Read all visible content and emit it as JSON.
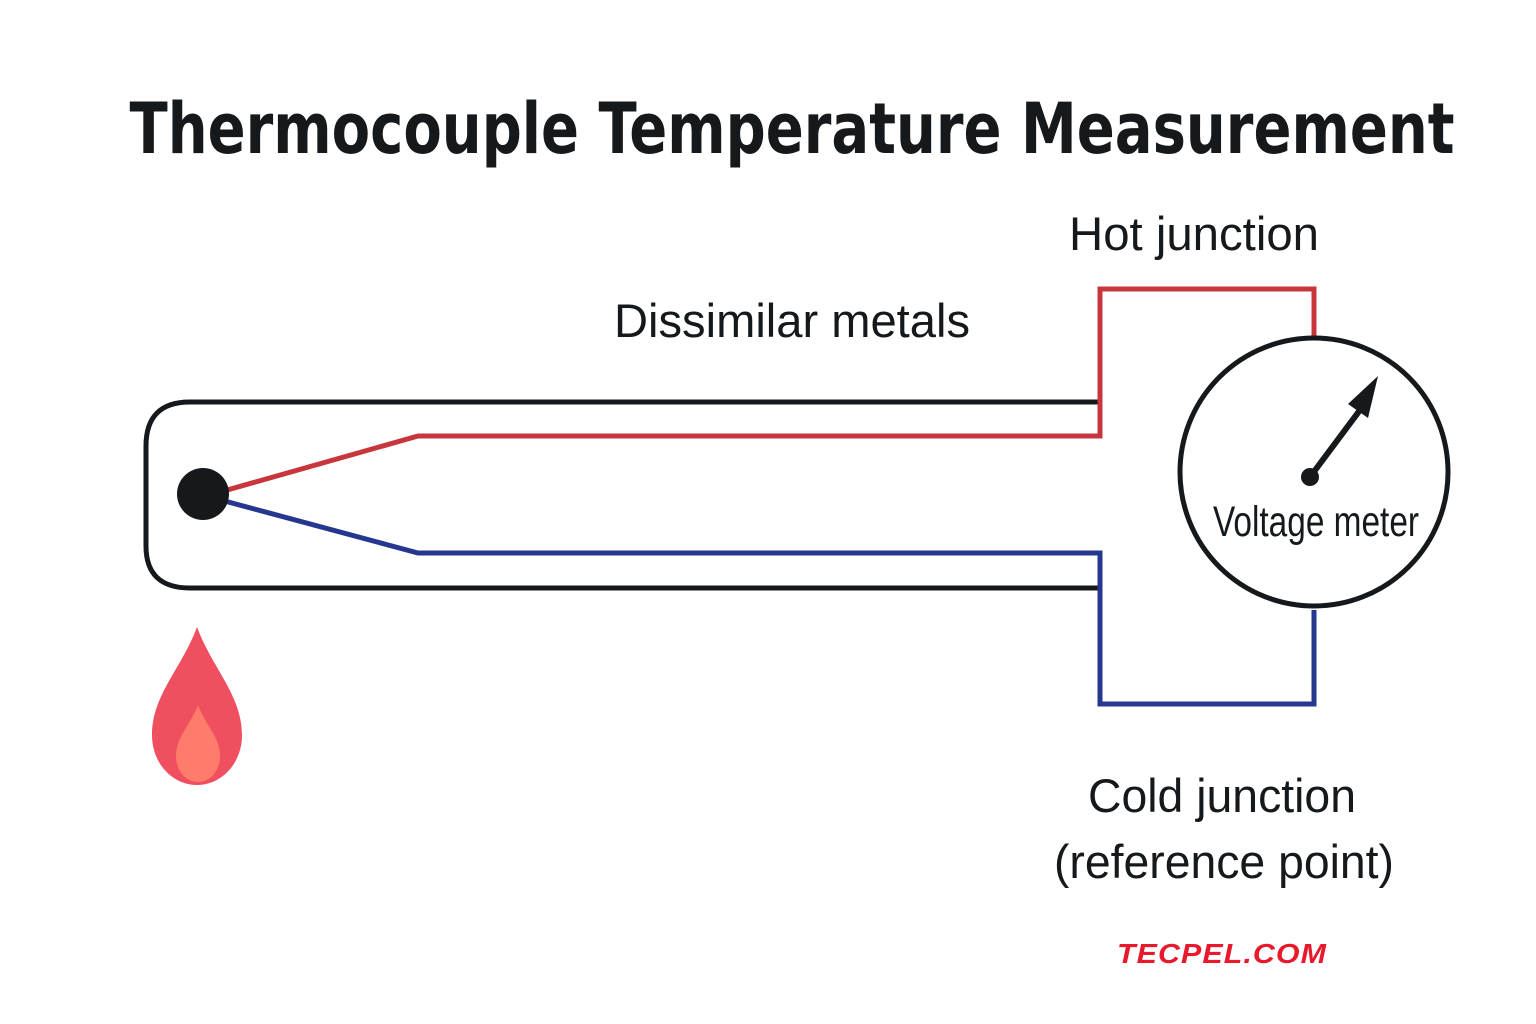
{
  "title": "Thermocouple Temperature Measurement",
  "labels": {
    "hot_junction": "Hot junction",
    "dissimilar_metals": "Dissimilar metals",
    "voltage_meter": "Voltage meter",
    "cold_junction_line1": "Cold junction",
    "cold_junction_line2": "(reference point)"
  },
  "brand": "TECPEL.COM",
  "icons": {
    "heat_source": "flame-icon",
    "meter_needle": "needle-arrow-icon",
    "junction": "junction-dot-icon"
  },
  "colors": {
    "text": "#15191c",
    "outline": "#15191c",
    "wire_red": "#c8363d",
    "wire_blue": "#25378f",
    "flame_outer": "#ef4f5e",
    "flame_inner": "#ff7b6b",
    "brand": "#e8192c"
  }
}
